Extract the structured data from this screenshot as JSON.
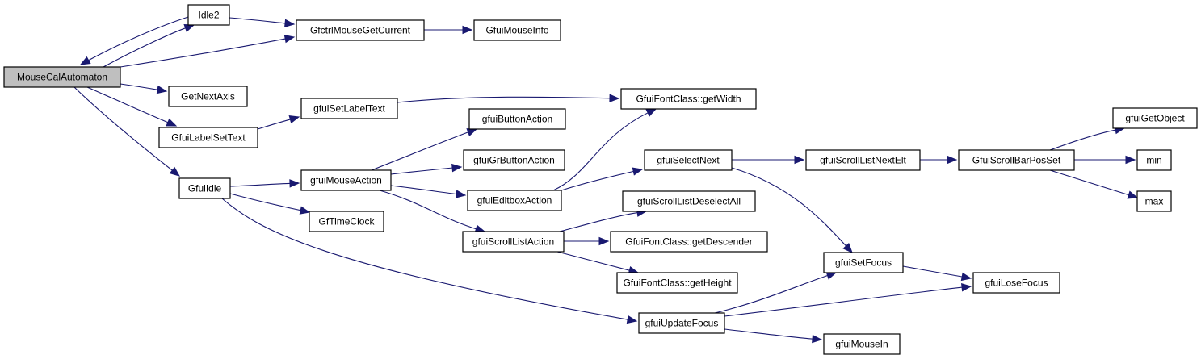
{
  "diagram": {
    "type": "call-graph",
    "edge_color": "#191970",
    "root_fill": "#bfbfbf",
    "nodes": [
      {
        "id": "MouseCalAutomaton",
        "label": "MouseCalAutomaton",
        "root": true
      },
      {
        "id": "Idle2",
        "label": "Idle2"
      },
      {
        "id": "GfctrlMouseGetCurrent",
        "label": "GfctrlMouseGetCurrent"
      },
      {
        "id": "GfuiMouseInfo",
        "label": "GfuiMouseInfo"
      },
      {
        "id": "GetNextAxis",
        "label": "GetNextAxis"
      },
      {
        "id": "GfuiLabelSetText",
        "label": "GfuiLabelSetText"
      },
      {
        "id": "gfuiSetLabelText",
        "label": "gfuiSetLabelText"
      },
      {
        "id": "GfuiFontClass_getWidth",
        "label": "GfuiFontClass::getWidth"
      },
      {
        "id": "GfuiIdle",
        "label": "GfuiIdle"
      },
      {
        "id": "gfuiMouseAction",
        "label": "gfuiMouseAction"
      },
      {
        "id": "GfTimeClock",
        "label": "GfTimeClock"
      },
      {
        "id": "gfuiButtonAction",
        "label": "gfuiButtonAction"
      },
      {
        "id": "gfuiGrButtonAction",
        "label": "gfuiGrButtonAction"
      },
      {
        "id": "gfuiEditboxAction",
        "label": "gfuiEditboxAction"
      },
      {
        "id": "gfuiScrollListAction",
        "label": "gfuiScrollListAction"
      },
      {
        "id": "gfuiSelectNext",
        "label": "gfuiSelectNext"
      },
      {
        "id": "gfuiScrollListDeselectAll",
        "label": "gfuiScrollListDeselectAll"
      },
      {
        "id": "GfuiFontClass_getDescender",
        "label": "GfuiFontClass::getDescender"
      },
      {
        "id": "GfuiFontClass_getHeight",
        "label": "GfuiFontClass::getHeight"
      },
      {
        "id": "gfuiScrollListNextElt",
        "label": "gfuiScrollListNextElt"
      },
      {
        "id": "GfuiScrollBarPosSet",
        "label": "GfuiScrollBarPosSet"
      },
      {
        "id": "gfuiGetObject",
        "label": "gfuiGetObject"
      },
      {
        "id": "min",
        "label": "min"
      },
      {
        "id": "max",
        "label": "max"
      },
      {
        "id": "gfuiSetFocus",
        "label": "gfuiSetFocus"
      },
      {
        "id": "gfuiLoseFocus",
        "label": "gfuiLoseFocus"
      },
      {
        "id": "gfuiUpdateFocus",
        "label": "gfuiUpdateFocus"
      },
      {
        "id": "gfuiMouseIn",
        "label": "gfuiMouseIn"
      }
    ],
    "edges": [
      {
        "from": "MouseCalAutomaton",
        "to": "Idle2"
      },
      {
        "from": "Idle2",
        "to": "MouseCalAutomaton"
      },
      {
        "from": "Idle2",
        "to": "GfctrlMouseGetCurrent"
      },
      {
        "from": "MouseCalAutomaton",
        "to": "GfctrlMouseGetCurrent"
      },
      {
        "from": "GfctrlMouseGetCurrent",
        "to": "GfuiMouseInfo"
      },
      {
        "from": "MouseCalAutomaton",
        "to": "GetNextAxis"
      },
      {
        "from": "MouseCalAutomaton",
        "to": "GfuiLabelSetText"
      },
      {
        "from": "MouseCalAutomaton",
        "to": "GfuiIdle"
      },
      {
        "from": "GfuiLabelSetText",
        "to": "gfuiSetLabelText"
      },
      {
        "from": "gfuiSetLabelText",
        "to": "GfuiFontClass_getWidth"
      },
      {
        "from": "GfuiIdle",
        "to": "gfuiMouseAction"
      },
      {
        "from": "GfuiIdle",
        "to": "GfTimeClock"
      },
      {
        "from": "GfuiIdle",
        "to": "gfuiUpdateFocus"
      },
      {
        "from": "gfuiMouseAction",
        "to": "gfuiButtonAction"
      },
      {
        "from": "gfuiMouseAction",
        "to": "gfuiGrButtonAction"
      },
      {
        "from": "gfuiMouseAction",
        "to": "gfuiEditboxAction"
      },
      {
        "from": "gfuiMouseAction",
        "to": "gfuiScrollListAction"
      },
      {
        "from": "gfuiEditboxAction",
        "to": "GfuiFontClass_getWidth"
      },
      {
        "from": "gfuiEditboxAction",
        "to": "gfuiSelectNext"
      },
      {
        "from": "gfuiScrollListAction",
        "to": "gfuiScrollListDeselectAll"
      },
      {
        "from": "gfuiScrollListAction",
        "to": "GfuiFontClass_getDescender"
      },
      {
        "from": "gfuiScrollListAction",
        "to": "GfuiFontClass_getHeight"
      },
      {
        "from": "gfuiSelectNext",
        "to": "gfuiScrollListNextElt"
      },
      {
        "from": "gfuiSelectNext",
        "to": "gfuiSetFocus"
      },
      {
        "from": "gfuiScrollListNextElt",
        "to": "GfuiScrollBarPosSet"
      },
      {
        "from": "GfuiScrollBarPosSet",
        "to": "gfuiGetObject"
      },
      {
        "from": "GfuiScrollBarPosSet",
        "to": "min"
      },
      {
        "from": "GfuiScrollBarPosSet",
        "to": "max"
      },
      {
        "from": "gfuiSetFocus",
        "to": "gfuiLoseFocus"
      },
      {
        "from": "gfuiUpdateFocus",
        "to": "gfuiSetFocus"
      },
      {
        "from": "gfuiUpdateFocus",
        "to": "gfuiLoseFocus"
      },
      {
        "from": "gfuiUpdateFocus",
        "to": "gfuiMouseIn"
      }
    ]
  }
}
